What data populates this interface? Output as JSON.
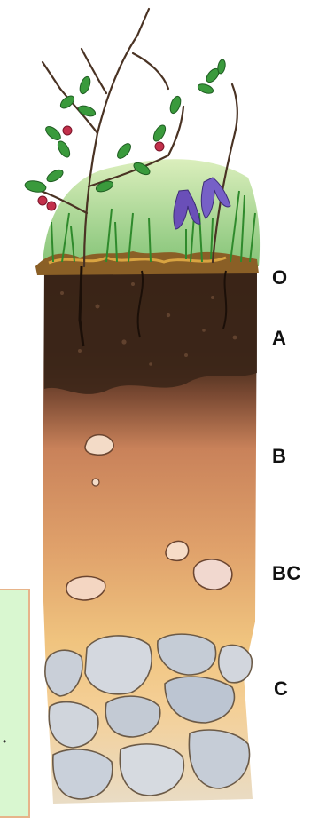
{
  "diagram": {
    "layers": [
      {
        "label": "O"
      },
      {
        "label": "A"
      },
      {
        "label": "B"
      },
      {
        "label": "BC"
      },
      {
        "label": "C"
      }
    ]
  },
  "colors": {
    "organic": "#7a5322",
    "topsoil": "#3b2518",
    "subsoil": "#d08a5a",
    "transition": "#edbf7d",
    "rock": "#c4ccd6",
    "grass": "#3fa335",
    "berry": "#c2304b",
    "flower": "#6a4fb8",
    "side_panel": "#d9f7d0"
  }
}
